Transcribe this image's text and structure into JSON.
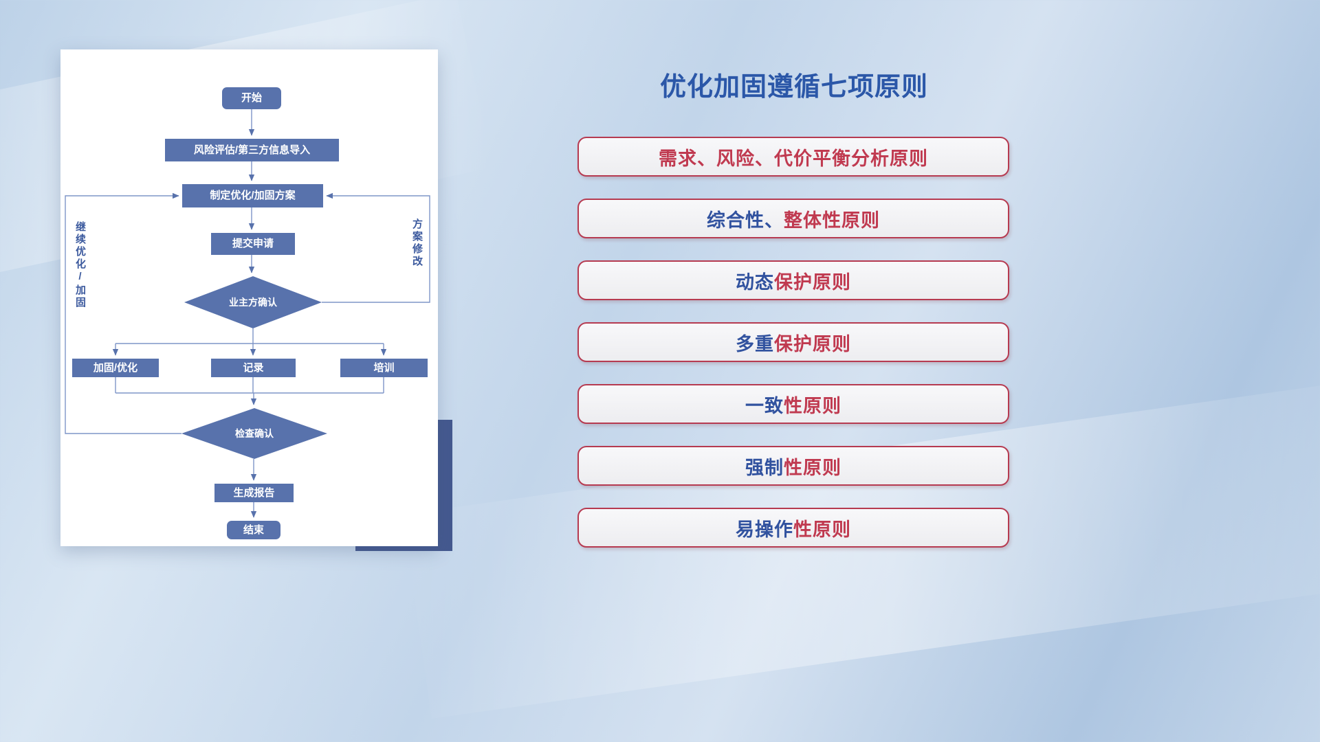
{
  "title": "优化加固遵循七项原则",
  "flowchart": {
    "start": "开始",
    "risk_import": "风险评估/第三方信息导入",
    "make_plan": "制定优化/加固方案",
    "submit": "提交申请",
    "owner_confirm": "业主方确认",
    "reinforce": "加固/优化",
    "record": "记录",
    "training": "培训",
    "check_confirm": "检查确认",
    "report": "生成报告",
    "end": "结束",
    "left_loop": "继续优化/加固",
    "right_loop": "方案修改"
  },
  "colors": {
    "blue": "#31529f",
    "red": "#c03a50"
  },
  "principles": [
    {
      "parts": [
        {
          "text": "需求、风险、代价平衡分析原则",
          "color": "red"
        }
      ]
    },
    {
      "parts": [
        {
          "text": "综合性、",
          "color": "blue"
        },
        {
          "text": "整体性原则",
          "color": "red"
        }
      ]
    },
    {
      "parts": [
        {
          "text": "动态",
          "color": "blue"
        },
        {
          "text": "保护原则",
          "color": "red"
        }
      ]
    },
    {
      "parts": [
        {
          "text": "多重",
          "color": "blue"
        },
        {
          "text": "保护原则",
          "color": "red"
        }
      ]
    },
    {
      "parts": [
        {
          "text": "一致",
          "color": "blue"
        },
        {
          "text": "性原则",
          "color": "red"
        }
      ]
    },
    {
      "parts": [
        {
          "text": "强制",
          "color": "blue"
        },
        {
          "text": "性原则",
          "color": "red"
        }
      ]
    },
    {
      "parts": [
        {
          "text": "易操作",
          "color": "blue"
        },
        {
          "text": "性原则",
          "color": "red"
        }
      ]
    }
  ]
}
